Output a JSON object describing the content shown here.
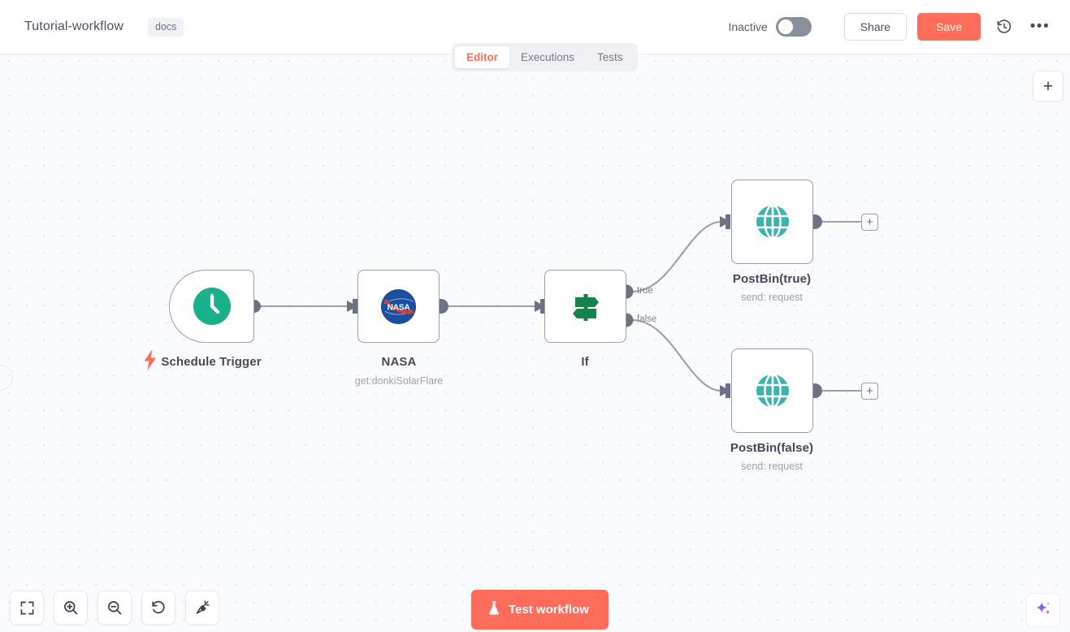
{
  "header": {
    "workflow_title": "Tutorial-workflow",
    "tag": "docs",
    "active_state_label": "Inactive",
    "active_state_on": false,
    "share_label": "Share",
    "save_label": "Save",
    "history_icon": "history-icon",
    "more_icon": "more-options-icon"
  },
  "tabs": [
    {
      "label": "Editor",
      "active": true
    },
    {
      "label": "Executions",
      "active": false
    },
    {
      "label": "Tests",
      "active": false
    }
  ],
  "canvas": {
    "add_node_button": "+",
    "nodes": [
      {
        "id": "schedule-trigger",
        "name": "Schedule Trigger",
        "subtitle": "",
        "icon": "clock-icon",
        "icon_color": "#18b08a",
        "type": "trigger"
      },
      {
        "id": "nasa",
        "name": "NASA",
        "subtitle": "get:donkiSolarFlare",
        "icon": "nasa-logo-icon",
        "icon_color": "#1a4fa0",
        "type": "action"
      },
      {
        "id": "if",
        "name": "If",
        "subtitle": "",
        "icon": "signpost-icon",
        "icon_color": "#14824a",
        "type": "condition",
        "outputs": [
          "true",
          "false"
        ]
      },
      {
        "id": "postbin-true",
        "name": "PostBin(true)",
        "subtitle": "send: request",
        "icon": "globe-icon",
        "icon_color": "#3cb4ab",
        "type": "action"
      },
      {
        "id": "postbin-false",
        "name": "PostBin(false)",
        "subtitle": "send: request",
        "icon": "globe-icon",
        "icon_color": "#3cb4ab",
        "type": "action"
      }
    ],
    "endpoint_add_label": "+"
  },
  "bottom_bar": {
    "buttons": [
      {
        "icon": "fit-view-icon",
        "name": "zoom-to-fit"
      },
      {
        "icon": "zoom-in-icon",
        "name": "zoom-in"
      },
      {
        "icon": "zoom-out-icon",
        "name": "zoom-out"
      },
      {
        "icon": "reset-zoom-icon",
        "name": "reset-zoom"
      },
      {
        "icon": "tidy-up-icon",
        "name": "tidy-up"
      }
    ],
    "test_workflow_label": "Test workflow",
    "test_workflow_icon": "flask-icon",
    "ai_assistant_icon": "ai-sparkle-icon"
  },
  "colors": {
    "accent": "#ff6d5a",
    "trigger_teal": "#18b08a",
    "globe_teal": "#3cb4ab",
    "if_green": "#14824a",
    "node_border": "#9a9fae",
    "canvas_bg": "#fafbfd"
  }
}
